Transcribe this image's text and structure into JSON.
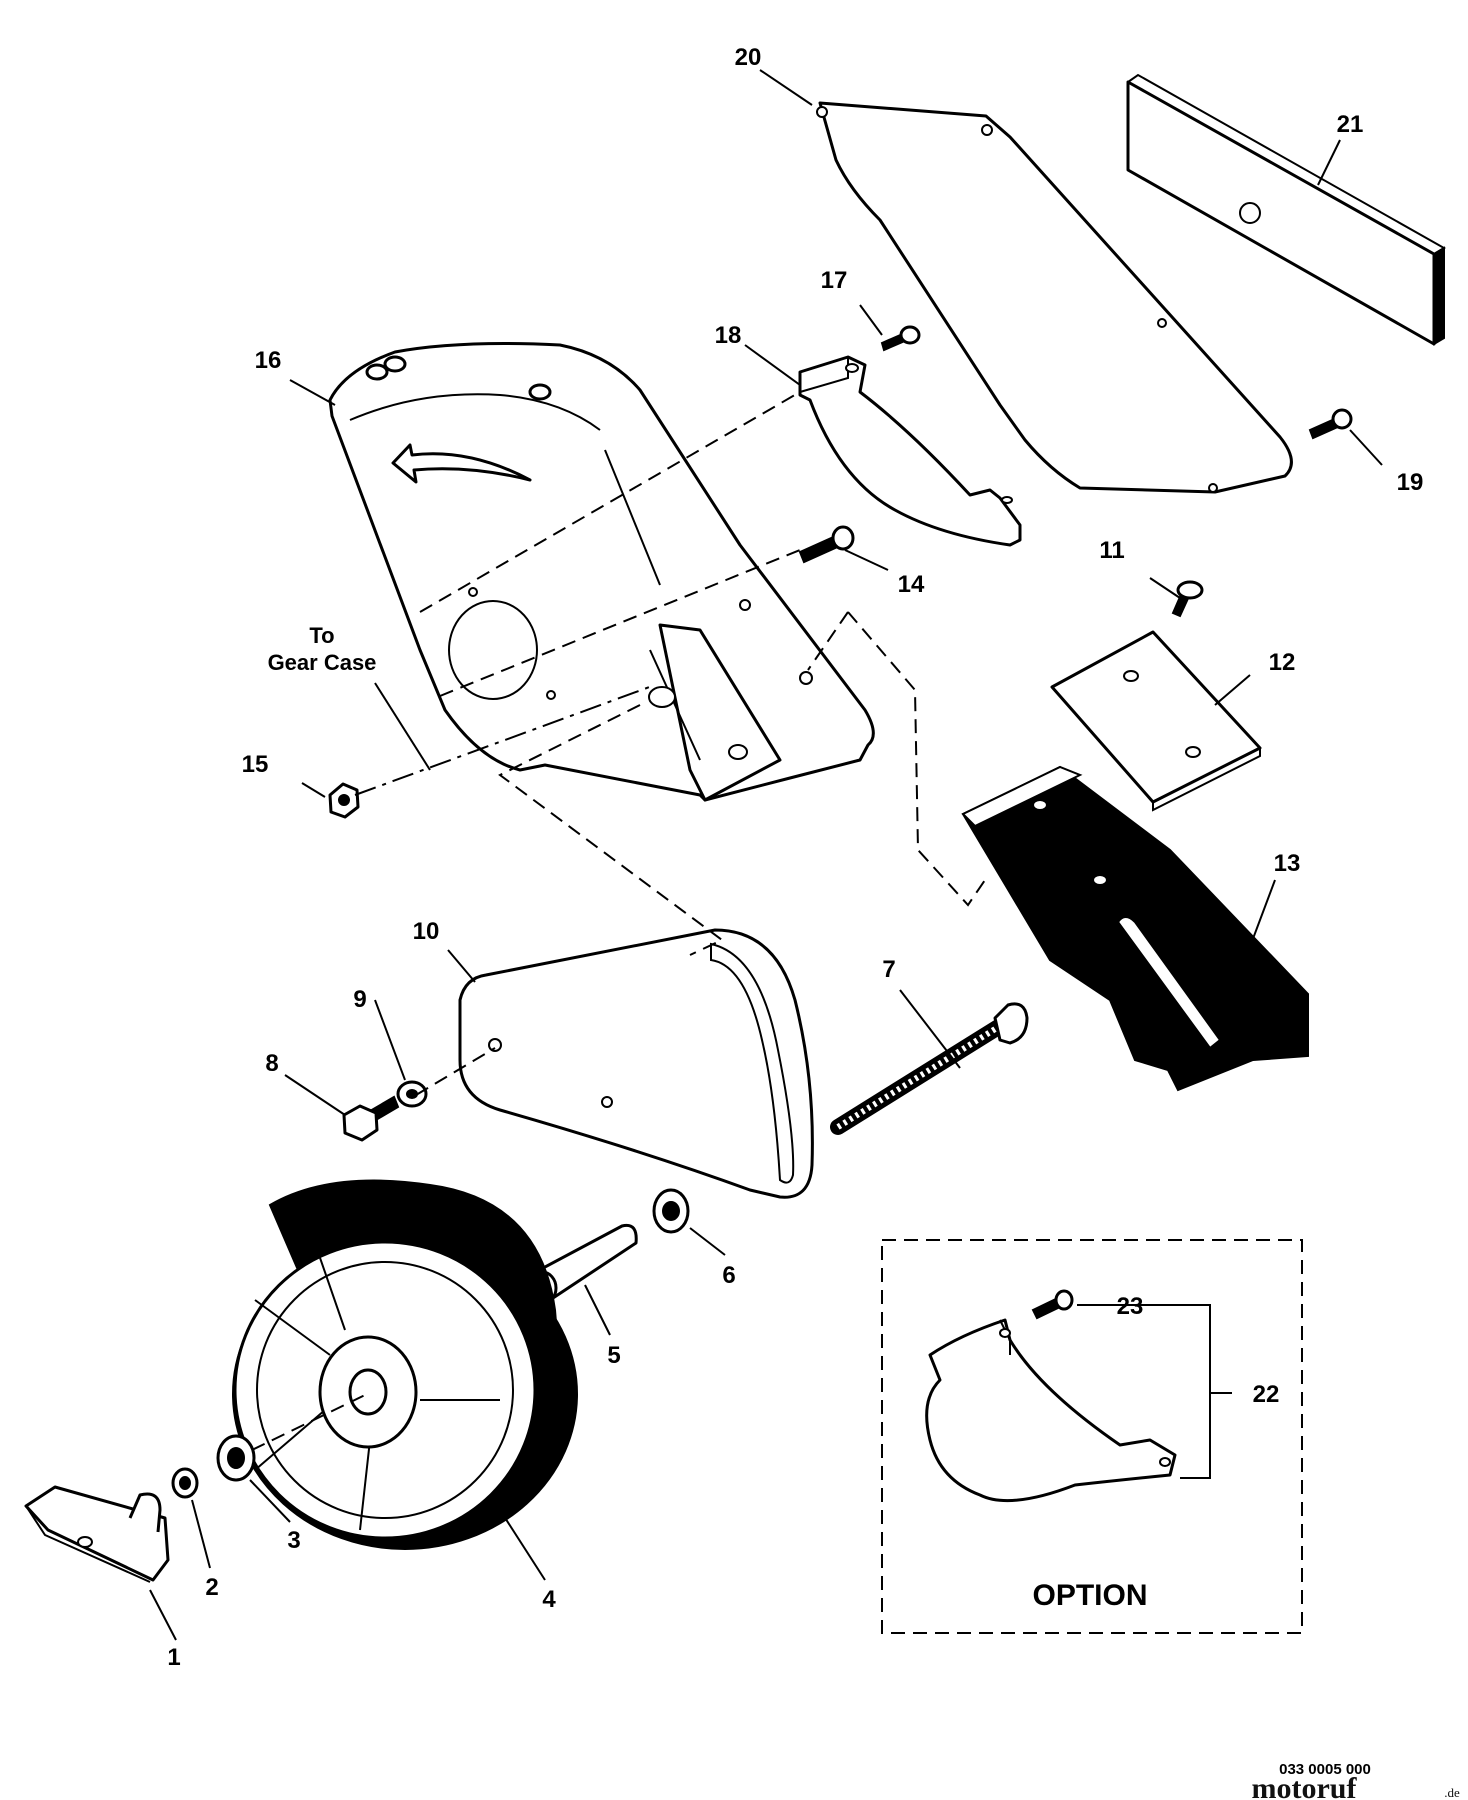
{
  "diagram": {
    "callouts": [
      "1",
      "2",
      "3",
      "4",
      "5",
      "6",
      "7",
      "8",
      "9",
      "10",
      "11",
      "12",
      "13",
      "14",
      "15",
      "16",
      "17",
      "18",
      "19",
      "20",
      "21",
      "22",
      "23"
    ],
    "note_line1": "To",
    "note_line2": "Gear Case",
    "option_label": "OPTION",
    "drawing_code": "033 0005 000",
    "watermark": "motoruf",
    "watermark_suffix": ".de"
  }
}
